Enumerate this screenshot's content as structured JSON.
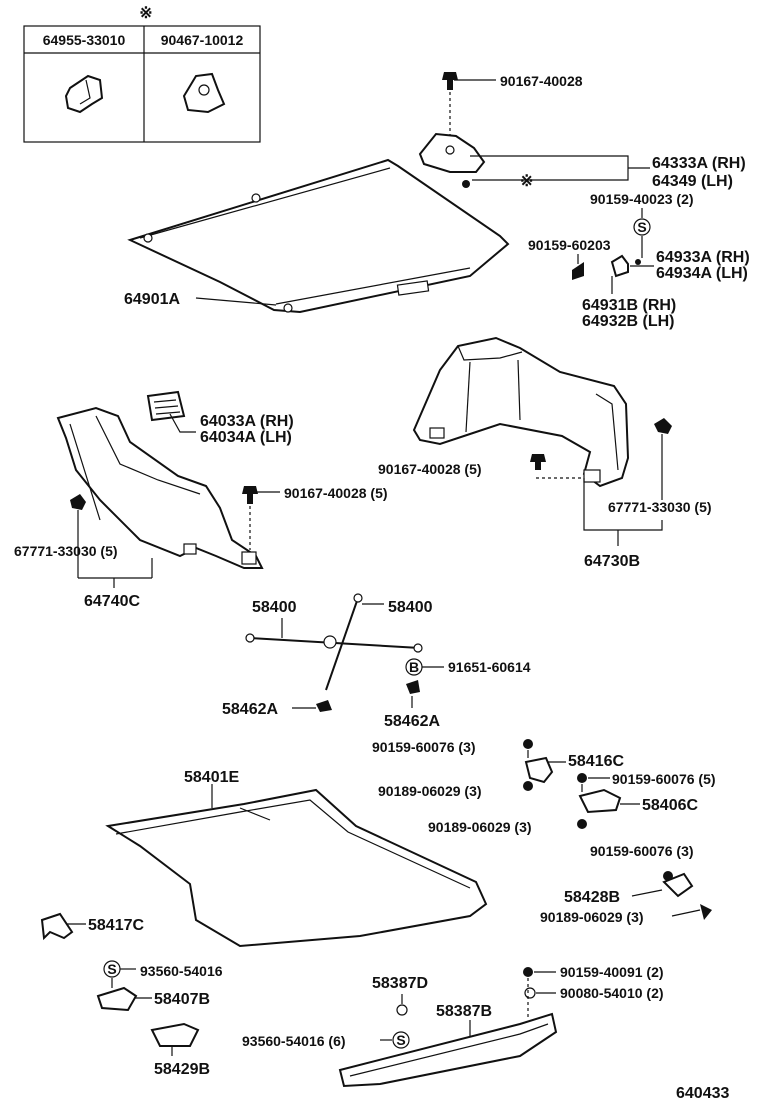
{
  "diagram_id": "640433",
  "asterisk_symbol": "※",
  "table_headers": [
    "64955-33010",
    "90467-10012"
  ],
  "labels": {
    "l_90167_40028_top": "90167-40028",
    "l_64333A": "64333A (RH)",
    "l_64349": "64349    (LH)",
    "l_90159_40023": "90159-40023 (2)",
    "l_90159_60203": "90159-60203",
    "l_64933A": "64933A (RH)",
    "l_64934A": "64934A (LH)",
    "l_64931B": "64931B (RH)",
    "l_64932B": "64932B (LH)",
    "l_64901A": "64901A",
    "l_64033A": "64033A (RH)",
    "l_64034A": "64034A (LH)",
    "l_90167_40028_5_left": "90167-40028 (5)",
    "l_90167_40028_5_right": "90167-40028 (5)",
    "l_67771_left": "67771-33030 (5)",
    "l_67771_right": "67771-33030 (5)",
    "l_64740C": "64740C",
    "l_64730B": "64730B",
    "l_58400_a": "58400",
    "l_58400_b": "58400",
    "l_91651": "91651-60614",
    "l_58462A_a": "58462A",
    "l_58462A_b": "58462A",
    "l_90159_60076_3a": "90159-60076 (3)",
    "l_58416C": "58416C",
    "l_90189_06029_3a": "90189-06029 (3)",
    "l_90159_60076_5": "90159-60076 (5)",
    "l_58406C": "58406C",
    "l_90189_06029_3b": "90189-06029 (3)",
    "l_58401E": "58401E",
    "l_90159_60076_3b": "90159-60076 (3)",
    "l_58428B": "58428B",
    "l_90189_06029_3c": "90189-06029 (3)",
    "l_58417C": "58417C",
    "l_93560_54016": "93560-54016",
    "l_58407B": "58407B",
    "l_58429B": "58429B",
    "l_58387D": "58387D",
    "l_90159_40091": "90159-40091 (2)",
    "l_90080_54010": "90080-54010 (2)",
    "l_58387B": "58387B",
    "l_93560_54016_6": "93560-54016 (6)"
  },
  "symbols": {
    "s_mark": "S",
    "b_mark": "B"
  }
}
